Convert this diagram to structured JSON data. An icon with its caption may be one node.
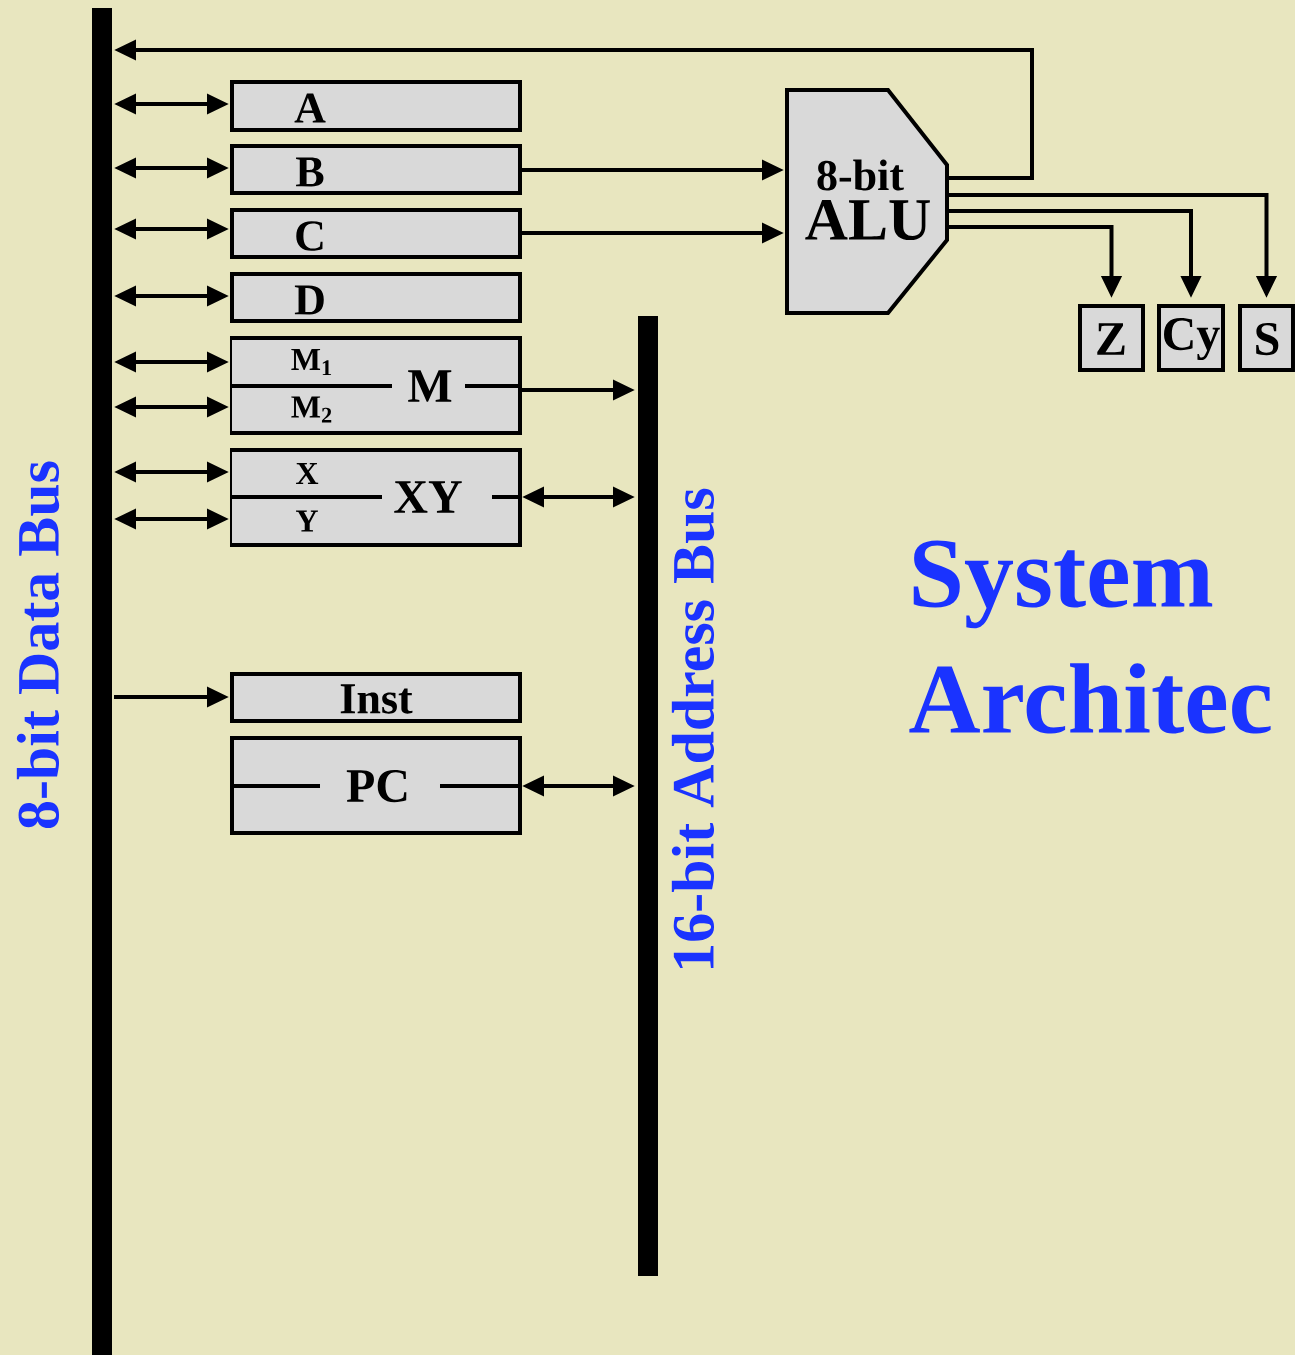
{
  "diagram": {
    "title": "System Architec",
    "nodes": [
      {
        "text": [],
        "shape": "bar",
        "beside": [
          "8-bit Data Bus"
        ]
      },
      {
        "text": [
          "A"
        ]
      },
      {
        "text": [
          "B"
        ]
      },
      {
        "text": [
          "C"
        ]
      },
      {
        "text": [
          "D"
        ]
      },
      {
        "text": [
          "M"
        ]
      },
      {
        "text": [
          "M$_{1}$"
        ],
        "in": 5
      },
      {
        "text": [
          "M$_{2}$"
        ],
        "in": 5
      },
      {
        "text": [
          "XY"
        ]
      },
      {
        "text": [
          "X"
        ],
        "in": 8
      },
      {
        "text": [
          "Y"
        ],
        "in": 8
      },
      {
        "text": [
          "Inst"
        ]
      },
      {
        "text": [
          "PC"
        ]
      },
      {
        "text": [],
        "shape": "bar",
        "beside": [
          "16-bit Address Bus"
        ]
      },
      {
        "text": [
          "8-bit",
          "ALU"
        ]
      },
      {
        "text": [
          "Z"
        ]
      },
      {
        "text": [
          "Cy"
        ]
      },
      {
        "text": [
          "S"
        ]
      }
    ],
    "edges": [
      {
        "from": 14,
        "to": 0,
        "arrow": "to"
      },
      {
        "from": 0,
        "to": 1,
        "arrow": "both"
      },
      {
        "from": 0,
        "to": 2,
        "arrow": "both"
      },
      {
        "from": 0,
        "to": 3,
        "arrow": "both"
      },
      {
        "from": 0,
        "to": 4,
        "arrow": "both"
      },
      {
        "from": 0,
        "to": 6,
        "arrow": "both"
      },
      {
        "from": 0,
        "to": 7,
        "arrow": "both"
      },
      {
        "from": 0,
        "to": 9,
        "arrow": "both"
      },
      {
        "from": 0,
        "to": 10,
        "arrow": "both"
      },
      {
        "from": 0,
        "to": 11,
        "arrow": "to"
      },
      {
        "from": 2,
        "to": 14,
        "arrow": "to"
      },
      {
        "from": 3,
        "to": 14,
        "arrow": "to"
      },
      {
        "from": 5,
        "to": 13,
        "arrow": "to"
      },
      {
        "from": 8,
        "to": 13,
        "arrow": "both"
      },
      {
        "from": 12,
        "to": 13,
        "arrow": "both"
      },
      {
        "from": 14,
        "to": 15,
        "arrow": "to"
      },
      {
        "from": 14,
        "to": 16,
        "arrow": "to"
      },
      {
        "from": 14,
        "to": 17,
        "arrow": "to"
      }
    ]
  }
}
